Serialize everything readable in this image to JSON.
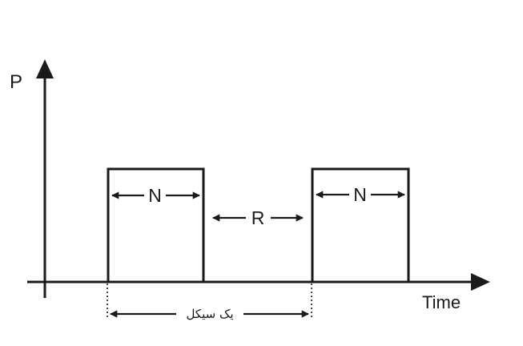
{
  "axes": {
    "y_label": "P",
    "x_label": "Time"
  },
  "pulses": [
    {
      "label": "N"
    },
    {
      "label": "N"
    }
  ],
  "gap": {
    "label": "R"
  },
  "cycle": {
    "label": "یک سیکل"
  },
  "colors": {
    "ink": "#1a1a1a",
    "background": "#ffffff"
  }
}
